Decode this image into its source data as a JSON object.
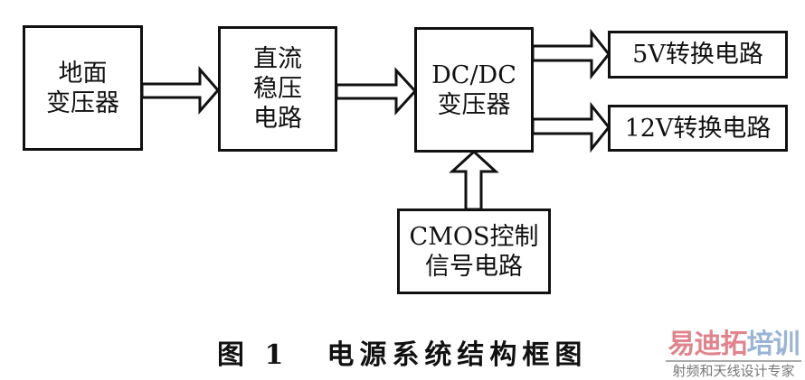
{
  "diagram": {
    "blocks": {
      "ground_transformer": [
        "地面",
        "变压器"
      ],
      "dc_regulator": [
        "直流",
        "稳压",
        "电路"
      ],
      "dcdc_transformer": [
        "DC/DC",
        "变压器"
      ],
      "v5_converter": [
        "5V转换电路"
      ],
      "v12_converter": [
        "12V转换电路"
      ],
      "cmos_control": [
        "CMOS控制",
        "信号电路"
      ]
    },
    "connections": [
      {
        "from": "地面变压器",
        "to": "直流稳压电路"
      },
      {
        "from": "直流稳压电路",
        "to": "DC/DC变压器"
      },
      {
        "from": "DC/DC变压器",
        "to": "5V转换电路"
      },
      {
        "from": "DC/DC变压器",
        "to": "12V转换电路"
      },
      {
        "from": "CMOS控制信号电路",
        "to": "DC/DC变压器"
      }
    ],
    "caption": {
      "figure_number": "图 1",
      "title": "电源系统结构框图"
    }
  },
  "watermark": {
    "brand_part1": "易迪拓",
    "brand_part2": "培训",
    "tagline": "射频和天线设计专家",
    "colors": {
      "part1": "#e0838c",
      "part2": "#9ab4d6",
      "tagline": "#777777"
    }
  }
}
